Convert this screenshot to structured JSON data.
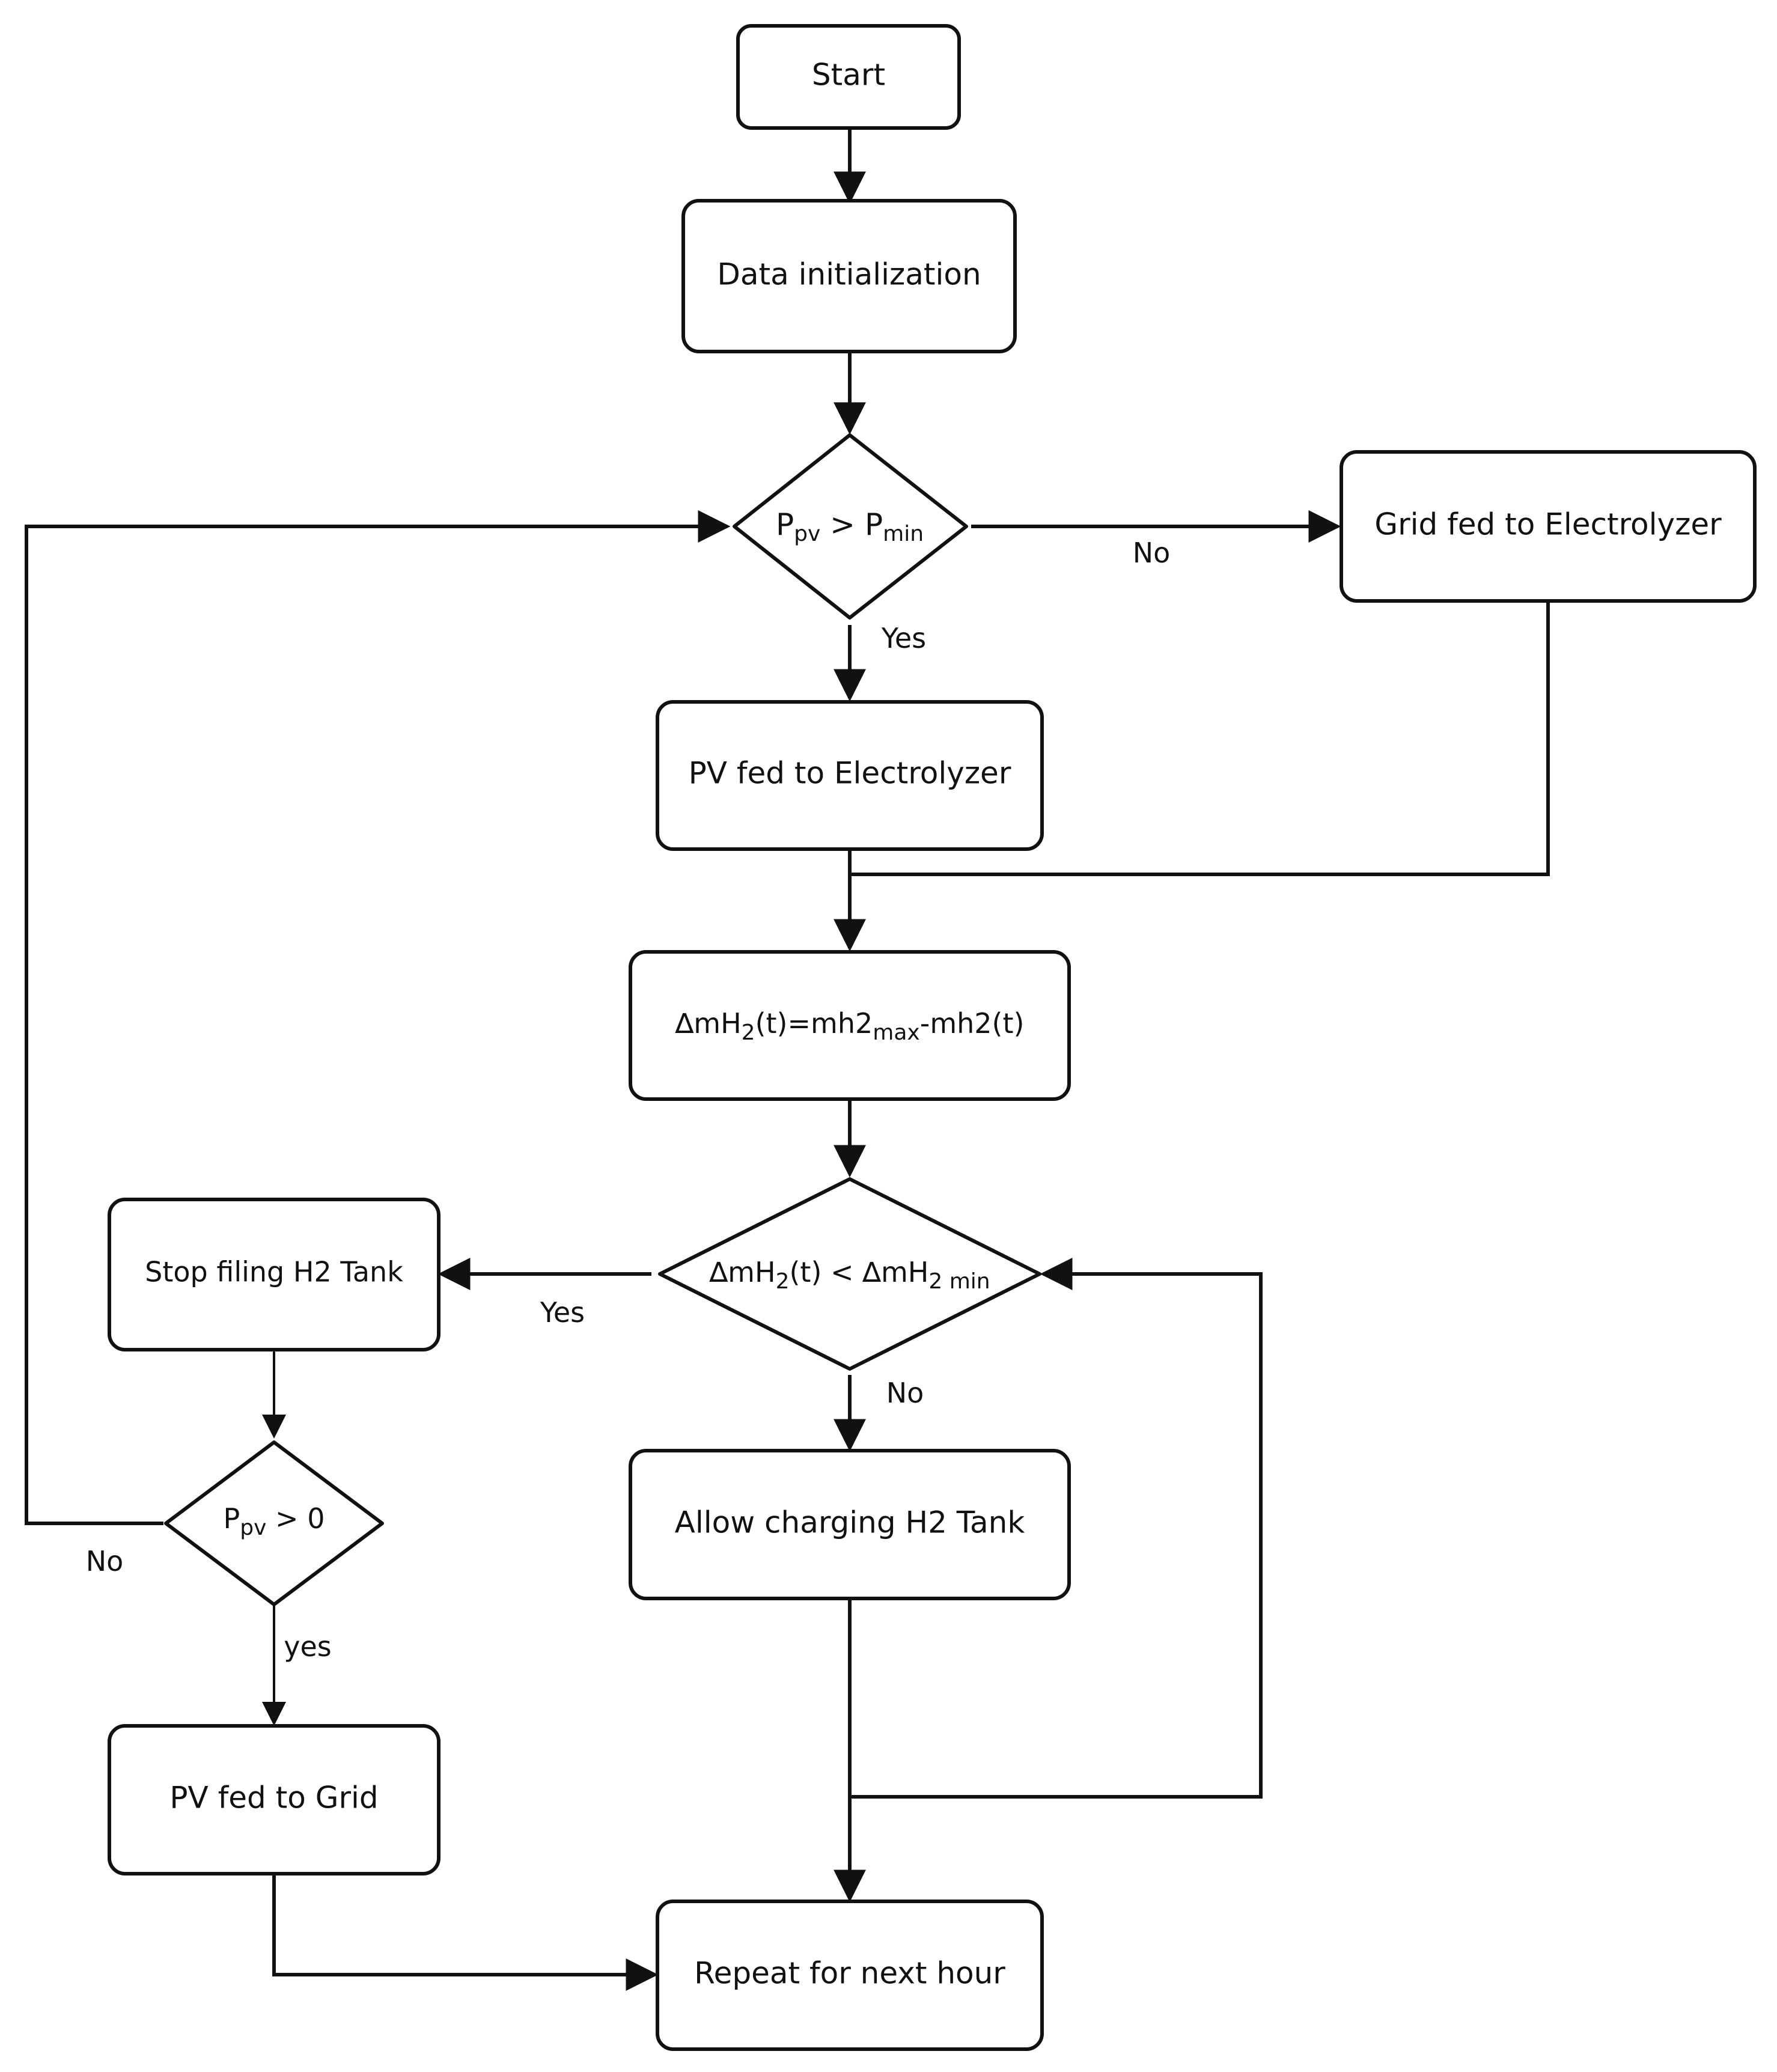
{
  "nodes": {
    "start": "Start",
    "data_init": "Data initialization",
    "decision1": {
      "a": "P",
      "a_sub": "pv",
      "op": " > P",
      "b_sub": "min"
    },
    "grid_fed": "Grid fed to Electrolyzer",
    "pv_fed_electrolyzer": "PV fed to Electrolyzer",
    "delta_eq": {
      "p1": "∆mH",
      "s1": "2",
      "p2": "(t)=mh2",
      "s2": "max",
      "p3": "-mh2(t)"
    },
    "decision2": {
      "p1": "∆mH",
      "s1": "2",
      "p2": "(t) < ∆mH",
      "s2": "2 min"
    },
    "stop_filling": "Stop filing H2 Tank",
    "allow_charging": "Allow charging H2 Tank",
    "decision3": {
      "a": "P",
      "a_sub": "pv",
      "op": " > 0"
    },
    "pv_fed_grid": "PV fed to Grid",
    "repeat": "Repeat for next hour"
  },
  "edge_labels": {
    "d1_no": "No",
    "d1_yes": "Yes",
    "d2_yes": "Yes",
    "d2_no": "No",
    "d3_no": "No",
    "d3_yes": "yes"
  }
}
